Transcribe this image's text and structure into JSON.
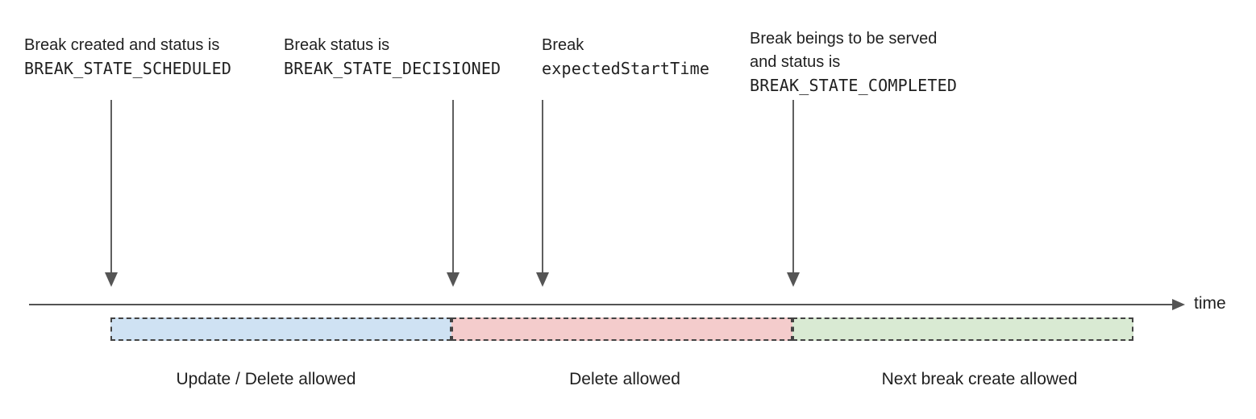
{
  "annotations": [
    {
      "line1": "Break created and status is",
      "code": "BREAK_STATE_SCHEDULED"
    },
    {
      "line1": "Break status is",
      "code": "BREAK_STATE_DECISIONED"
    },
    {
      "line1": "Break",
      "code": "expectedStartTime"
    },
    {
      "line1": "Break beings to be served",
      "line2": "and status is",
      "code": "BREAK_STATE_COMPLETED"
    }
  ],
  "timeline": {
    "axis_label": "time"
  },
  "segments": [
    {
      "label": "Update / Delete allowed",
      "color": "#cfe2f3"
    },
    {
      "label": "Delete allowed",
      "color": "#f4cccc"
    },
    {
      "label": "Next break create allowed",
      "color": "#d9ead3"
    }
  ],
  "colors": {
    "arrow": "#555555",
    "axis": "#545454",
    "dashed_border": "#434343",
    "text": "#1f1f1f"
  }
}
